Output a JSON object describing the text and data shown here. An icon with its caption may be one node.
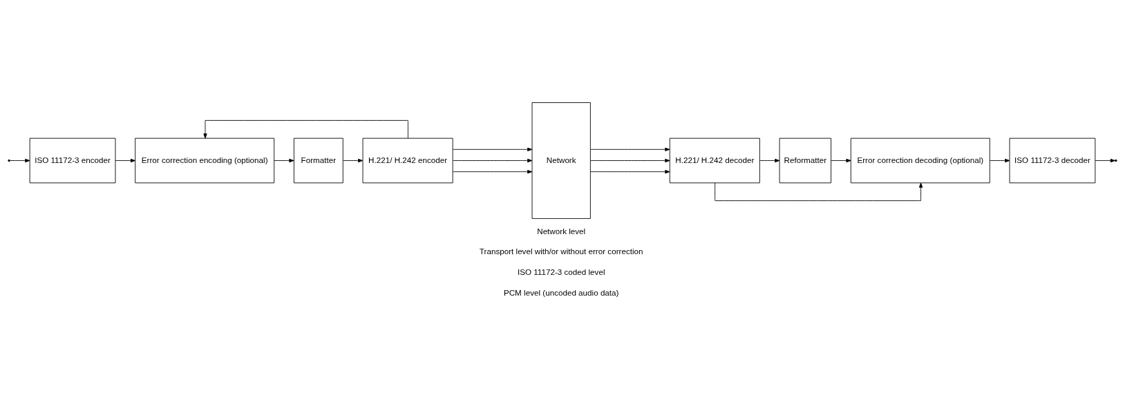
{
  "diagram": {
    "nodes": [
      {
        "text": [
          "ISO 11172-3 encoder"
        ]
      },
      {
        "text": [
          "Error correction encoding (optional)"
        ]
      },
      {
        "text": [
          "Formatter"
        ]
      },
      {
        "text": [
          "H.221/ H.242 encoder"
        ]
      },
      {
        "text": [
          "Network"
        ]
      },
      {
        "text": [
          "H.221/ H.242 decoder"
        ]
      },
      {
        "text": [
          "Reformatter"
        ]
      },
      {
        "text": [
          "Error correction decoding (optional)"
        ]
      },
      {
        "text": [
          "ISO 11172-3 decoder"
        ]
      }
    ],
    "edges": [
      {
        "from": null,
        "to": 0,
        "arrow": "to"
      },
      {
        "from": 0,
        "to": 1,
        "arrow": "to"
      },
      {
        "from": 1,
        "to": 2,
        "arrow": "to"
      },
      {
        "from": 2,
        "to": 3,
        "arrow": "to"
      },
      {
        "from": 3,
        "to": 4,
        "arrow": "to"
      },
      {
        "from": 3,
        "to": 4,
        "arrow": "to"
      },
      {
        "from": 3,
        "to": 4,
        "arrow": "to"
      },
      {
        "from": 4,
        "to": 5,
        "arrow": "to"
      },
      {
        "from": 4,
        "to": 5,
        "arrow": "to"
      },
      {
        "from": 4,
        "to": 5,
        "arrow": "to"
      },
      {
        "from": 5,
        "to": 6,
        "arrow": "to"
      },
      {
        "from": 6,
        "to": 7,
        "arrow": "to"
      },
      {
        "from": 7,
        "to": 8,
        "arrow": "to"
      },
      {
        "from": 8,
        "to": null,
        "arrow": "to"
      },
      {
        "from": 3,
        "to": 1,
        "arrow": "to"
      },
      {
        "from": 5,
        "to": 7,
        "arrow": "to"
      }
    ],
    "labels": [
      "Network level",
      "Transport level with/or without error correction",
      "ISO 11172-3 coded level",
      "PCM level (uncoded audio data)"
    ]
  }
}
